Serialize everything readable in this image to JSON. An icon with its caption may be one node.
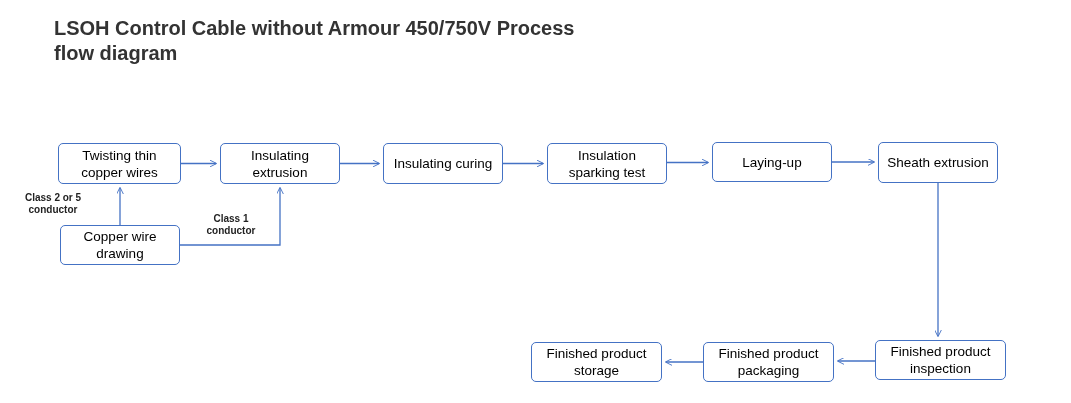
{
  "diagram": {
    "title": "LSOH  Control Cable without Armour 450/750V Process flow diagram",
    "nodes": [
      {
        "text": [
          "Twisting thin copper wires"
        ]
      },
      {
        "text": [
          "Insulating extrusion"
        ]
      },
      {
        "text": [
          "Insulating curing"
        ]
      },
      {
        "text": [
          "Insulation sparking test"
        ]
      },
      {
        "text": [
          "Laying-up"
        ]
      },
      {
        "text": [
          "Sheath extrusion"
        ]
      },
      {
        "text": [
          "Copper wire drawing"
        ]
      },
      {
        "text": [
          "Finished product inspection"
        ]
      },
      {
        "text": [
          "Finished product packaging"
        ]
      },
      {
        "text": [
          "Finished product storage"
        ]
      }
    ],
    "edges": [
      {
        "from": 0,
        "to": 1,
        "arrow": "to"
      },
      {
        "from": 1,
        "to": 2,
        "arrow": "to"
      },
      {
        "from": 2,
        "to": 3,
        "arrow": "to"
      },
      {
        "from": 3,
        "to": 4,
        "arrow": "to"
      },
      {
        "from": 4,
        "to": 5,
        "arrow": "to"
      },
      {
        "from": 6,
        "to": 0,
        "arrow": "to",
        "label": "Class 2 or 5 conductor"
      },
      {
        "from": 6,
        "to": 1,
        "arrow": "to",
        "label": "Class 1 conductor"
      },
      {
        "from": 5,
        "to": 7,
        "arrow": "to"
      },
      {
        "from": 7,
        "to": 8,
        "arrow": "to"
      },
      {
        "from": 8,
        "to": 9,
        "arrow": "to"
      }
    ]
  }
}
